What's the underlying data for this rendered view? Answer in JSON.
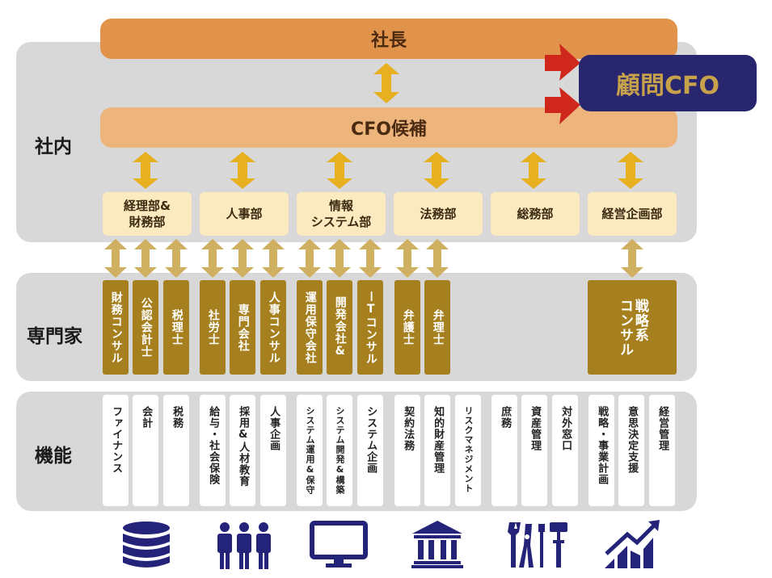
{
  "colors": {
    "band": "#d8d8d8",
    "president": "#e2934b",
    "cfo_candidate": "#edb47c",
    "dept": "#fbe9bf",
    "specialist": "#a6801e",
    "arrow_gold": "#e6b020",
    "arrow_light": "#cfb060",
    "advisor_bg": "#27266f",
    "advisor_text": "#c8a24a",
    "icon": "#23237a",
    "red_arrow": "#d0271d"
  },
  "president": "社長",
  "cfo_candidate": "CFO候補",
  "advisor": "顧問CFO",
  "rows": {
    "internal": "社内",
    "specialists": "専門家",
    "functions": "機能"
  },
  "departments": [
    "経理部&\n財務部",
    "人事部",
    "情報\nシステム部",
    "法務部",
    "総務部",
    "経営企画部"
  ],
  "specialists": [
    "財務コンサル",
    "公認会計士",
    "税理士",
    "社労士",
    "専門会社",
    "人事コンサル",
    "運用保守会社",
    "開発会社&",
    "ーTコンサル",
    "弁護士",
    "弁理士",
    "戦略系\nコンサル"
  ],
  "functions": [
    "ファイナンス",
    "会計",
    "税務",
    "給与・社会保険",
    "採用&人材教育",
    "人事企画",
    "システム運用&保守",
    "システム開発&構築",
    "システム企画",
    "契約法務",
    "知的財産管理",
    "リスクマネジメント",
    "庶務",
    "資産管理",
    "対外窓口",
    "戦略・事業計画",
    "意思決定支援",
    "経営管理"
  ],
  "icons": [
    "database-icon",
    "people-icon",
    "monitor-icon",
    "bank-icon",
    "tools-icon",
    "growth-chart-icon"
  ]
}
